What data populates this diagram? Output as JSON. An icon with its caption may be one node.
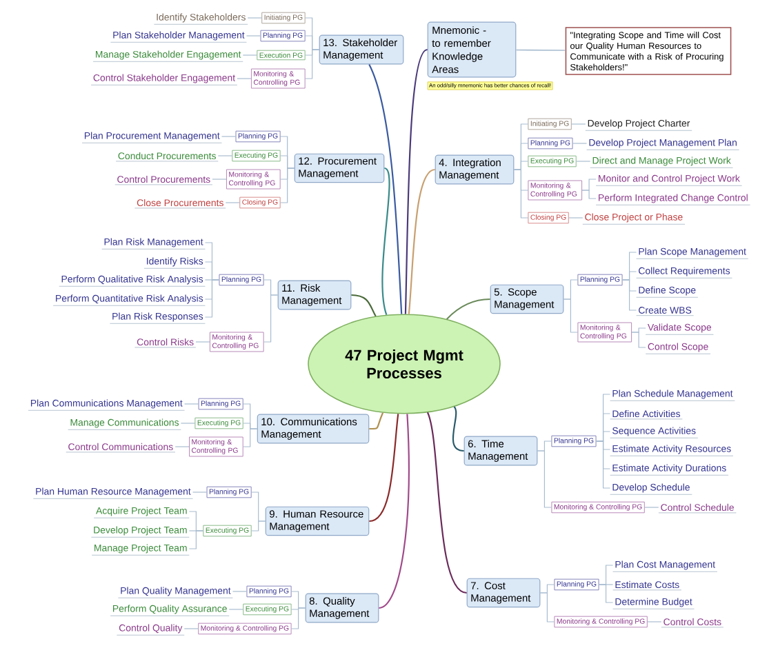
{
  "diagram": {
    "nodes": [
      {
        "text": [
          "47 Project Mgmt Processes"
        ]
      },
      {
        "text": [
          "Mnemonic - to remember Knowledge Areas"
        ],
        "beside": [
          "An odd/silly mnemonic has better chances of recall!"
        ]
      },
      {
        "text": [
          "\"Integrating Scope and Time will Cost our Quality Human Resources to Communicate with a Risk of Procuring Stakeholders!\""
        ]
      },
      {
        "text": [
          "4. Integration Management"
        ]
      },
      {
        "text": [
          "Initiating PG"
        ]
      },
      {
        "text": [
          "Planning PG"
        ]
      },
      {
        "text": [
          "Executing PG"
        ]
      },
      {
        "text": [
          "Monitoring & Controlling PG"
        ]
      },
      {
        "text": [
          "Closing PG"
        ]
      },
      {
        "text": [
          "Develop Project Charter"
        ]
      },
      {
        "text": [
          "Develop Project Management Plan"
        ]
      },
      {
        "text": [
          "Direct and Manage Project Work"
        ]
      },
      {
        "text": [
          "Monitor and Control Project Work"
        ]
      },
      {
        "text": [
          "Perform Integrated Change Control"
        ]
      },
      {
        "text": [
          "Close Project or Phase"
        ]
      },
      {
        "text": [
          "5. Scope Management"
        ]
      },
      {
        "text": [
          "Planning PG"
        ]
      },
      {
        "text": [
          "Monitoring & Controlling PG"
        ]
      },
      {
        "text": [
          "Plan Scope Management"
        ]
      },
      {
        "text": [
          "Collect Requirements"
        ]
      },
      {
        "text": [
          "Define Scope"
        ]
      },
      {
        "text": [
          "Create WBS"
        ]
      },
      {
        "text": [
          "Validate Scope"
        ]
      },
      {
        "text": [
          "Control Scope"
        ]
      },
      {
        "text": [
          "6. Time Management"
        ]
      },
      {
        "text": [
          "Planning PG"
        ]
      },
      {
        "text": [
          "Monitoring & Controlling PG"
        ]
      },
      {
        "text": [
          "Plan Schedule Management"
        ]
      },
      {
        "text": [
          "Define Activities"
        ]
      },
      {
        "text": [
          "Sequence Activities"
        ]
      },
      {
        "text": [
          "Estimate Activity Resources"
        ]
      },
      {
        "text": [
          "Estimate Activity Durations"
        ]
      },
      {
        "text": [
          "Develop Schedule"
        ]
      },
      {
        "text": [
          "Control Schedule"
        ]
      },
      {
        "text": [
          "7. Cost Management"
        ]
      },
      {
        "text": [
          "Planning PG"
        ]
      },
      {
        "text": [
          "Monitoring & Controlling PG"
        ]
      },
      {
        "text": [
          "Plan Cost Management"
        ]
      },
      {
        "text": [
          "Estimate Costs"
        ]
      },
      {
        "text": [
          "Determine Budget"
        ]
      },
      {
        "text": [
          "Control Costs"
        ]
      },
      {
        "text": [
          "8. Quality Management"
        ]
      },
      {
        "text": [
          "Planning PG"
        ]
      },
      {
        "text": [
          "Executing PG"
        ]
      },
      {
        "text": [
          "Monitoring & Controlling PG"
        ]
      },
      {
        "text": [
          "Plan Quality Management"
        ]
      },
      {
        "text": [
          "Perform Quality Assurance"
        ]
      },
      {
        "text": [
          "Control Quality"
        ]
      },
      {
        "text": [
          "9. Human Resource Management"
        ]
      },
      {
        "text": [
          "Planning PG"
        ]
      },
      {
        "text": [
          "Executing PG"
        ]
      },
      {
        "text": [
          "Plan Human Resource Management"
        ]
      },
      {
        "text": [
          "Acquire Project Team"
        ]
      },
      {
        "text": [
          "Develop Project Team"
        ]
      },
      {
        "text": [
          "Manage Project Team"
        ]
      },
      {
        "text": [
          "10. Communications Management"
        ]
      },
      {
        "text": [
          "Planning PG"
        ]
      },
      {
        "text": [
          "Executing PG"
        ]
      },
      {
        "text": [
          "Monitoring & Controlling PG"
        ]
      },
      {
        "text": [
          "Plan Communications Management"
        ]
      },
      {
        "text": [
          "Manage Communications"
        ]
      },
      {
        "text": [
          "Control Communications"
        ]
      },
      {
        "text": [
          "11. Risk Management"
        ]
      },
      {
        "text": [
          "Planning PG"
        ]
      },
      {
        "text": [
          "Monitoring & Controlling PG"
        ]
      },
      {
        "text": [
          "Plan Risk Management"
        ]
      },
      {
        "text": [
          "Identify Risks"
        ]
      },
      {
        "text": [
          "Perform Qualitative Risk Analysis"
        ]
      },
      {
        "text": [
          "Perform Quantitative Risk Analysis"
        ]
      },
      {
        "text": [
          "Plan Risk Responses"
        ]
      },
      {
        "text": [
          "Control Risks"
        ]
      },
      {
        "text": [
          "12. Procurement Management"
        ]
      },
      {
        "text": [
          "Planning PG"
        ]
      },
      {
        "text": [
          "Executing PG"
        ]
      },
      {
        "text": [
          "Monitoring & Controlling PG"
        ]
      },
      {
        "text": [
          "Closing PG"
        ]
      },
      {
        "text": [
          "Plan Procurement Management"
        ]
      },
      {
        "text": [
          "Conduct Procurements"
        ]
      },
      {
        "text": [
          "Control Procurements"
        ]
      },
      {
        "text": [
          "Close Procurements"
        ]
      },
      {
        "text": [
          "13. Stakeholder Management"
        ]
      },
      {
        "text": [
          "Initiating PG"
        ]
      },
      {
        "text": [
          "Planning PG"
        ]
      },
      {
        "text": [
          "Execution PG"
        ]
      },
      {
        "text": [
          "Monitoring & Controlling PG"
        ]
      },
      {
        "text": [
          "Identify Stakeholders"
        ]
      },
      {
        "text": [
          "Plan Stakeholder Management"
        ]
      },
      {
        "text": [
          "Manage Stakeholder Engagement"
        ]
      },
      {
        "text": [
          "Control Stakeholder Engagement"
        ]
      }
    ],
    "edges": [
      {
        "from": 0,
        "to": 1,
        "arrow": "none",
        "color": "#4a3a7a"
      },
      {
        "from": 1,
        "to": 2,
        "arrow": "none"
      },
      {
        "from": 0,
        "to": 3,
        "arrow": "none",
        "color": "#c8a070"
      },
      {
        "from": 3,
        "to": 4,
        "arrow": "none"
      },
      {
        "from": 3,
        "to": 5,
        "arrow": "none"
      },
      {
        "from": 3,
        "to": 6,
        "arrow": "none"
      },
      {
        "from": 3,
        "to": 7,
        "arrow": "none"
      },
      {
        "from": 3,
        "to": 8,
        "arrow": "none"
      },
      {
        "from": 4,
        "to": 9,
        "arrow": "none"
      },
      {
        "from": 5,
        "to": 10,
        "arrow": "none"
      },
      {
        "from": 6,
        "to": 11,
        "arrow": "none"
      },
      {
        "from": 7,
        "to": 12,
        "arrow": "none"
      },
      {
        "from": 7,
        "to": 13,
        "arrow": "none"
      },
      {
        "from": 8,
        "to": 14,
        "arrow": "none"
      },
      {
        "from": 0,
        "to": 15,
        "arrow": "none",
        "color": "#6a8a5a"
      },
      {
        "from": 15,
        "to": 16,
        "arrow": "none"
      },
      {
        "from": 15,
        "to": 17,
        "arrow": "none"
      },
      {
        "from": 16,
        "to": 18,
        "arrow": "none"
      },
      {
        "from": 16,
        "to": 19,
        "arrow": "none"
      },
      {
        "from": 16,
        "to": 20,
        "arrow": "none"
      },
      {
        "from": 16,
        "to": 21,
        "arrow": "none"
      },
      {
        "from": 17,
        "to": 22,
        "arrow": "none"
      },
      {
        "from": 17,
        "to": 23,
        "arrow": "none"
      },
      {
        "from": 0,
        "to": 24,
        "arrow": "none",
        "color": "#2a5a6a"
      },
      {
        "from": 24,
        "to": 25,
        "arrow": "none"
      },
      {
        "from": 24,
        "to": 26,
        "arrow": "none"
      },
      {
        "from": 25,
        "to": 27,
        "arrow": "none"
      },
      {
        "from": 25,
        "to": 28,
        "arrow": "none"
      },
      {
        "from": 25,
        "to": 29,
        "arrow": "none"
      },
      {
        "from": 25,
        "to": 30,
        "arrow": "none"
      },
      {
        "from": 25,
        "to": 31,
        "arrow": "none"
      },
      {
        "from": 25,
        "to": 32,
        "arrow": "none"
      },
      {
        "from": 26,
        "to": 33,
        "arrow": "none"
      },
      {
        "from": 0,
        "to": 34,
        "arrow": "none",
        "color": "#6a2a5a"
      },
      {
        "from": 34,
        "to": 35,
        "arrow": "none"
      },
      {
        "from": 34,
        "to": 36,
        "arrow": "none"
      },
      {
        "from": 35,
        "to": 37,
        "arrow": "none"
      },
      {
        "from": 35,
        "to": 38,
        "arrow": "none"
      },
      {
        "from": 35,
        "to": 39,
        "arrow": "none"
      },
      {
        "from": 36,
        "to": 40,
        "arrow": "none"
      },
      {
        "from": 0,
        "to": 41,
        "arrow": "none",
        "color": "#a04a8a"
      },
      {
        "from": 41,
        "to": 42,
        "arrow": "none"
      },
      {
        "from": 41,
        "to": 43,
        "arrow": "none"
      },
      {
        "from": 41,
        "to": 44,
        "arrow": "none"
      },
      {
        "from": 42,
        "to": 45,
        "arrow": "none"
      },
      {
        "from": 43,
        "to": 46,
        "arrow": "none"
      },
      {
        "from": 44,
        "to": 47,
        "arrow": "none"
      },
      {
        "from": 0,
        "to": 48,
        "arrow": "none",
        "color": "#8a2a2a"
      },
      {
        "from": 48,
        "to": 49,
        "arrow": "none"
      },
      {
        "from": 48,
        "to": 50,
        "arrow": "none"
      },
      {
        "from": 49,
        "to": 51,
        "arrow": "none"
      },
      {
        "from": 50,
        "to": 52,
        "arrow": "none"
      },
      {
        "from": 50,
        "to": 53,
        "arrow": "none"
      },
      {
        "from": 50,
        "to": 54,
        "arrow": "none"
      },
      {
        "from": 0,
        "to": 55,
        "arrow": "none",
        "color": "#b09050"
      },
      {
        "from": 55,
        "to": 56,
        "arrow": "none"
      },
      {
        "from": 55,
        "to": 57,
        "arrow": "none"
      },
      {
        "from": 55,
        "to": 58,
        "arrow": "none"
      },
      {
        "from": 56,
        "to": 59,
        "arrow": "none"
      },
      {
        "from": 57,
        "to": 60,
        "arrow": "none"
      },
      {
        "from": 58,
        "to": 61,
        "arrow": "none"
      },
      {
        "from": 0,
        "to": 62,
        "arrow": "none",
        "color": "#4a6a3a"
      },
      {
        "from": 62,
        "to": 63,
        "arrow": "none"
      },
      {
        "from": 62,
        "to": 64,
        "arrow": "none"
      },
      {
        "from": 63,
        "to": 65,
        "arrow": "none"
      },
      {
        "from": 63,
        "to": 66,
        "arrow": "none"
      },
      {
        "from": 63,
        "to": 67,
        "arrow": "none"
      },
      {
        "from": 63,
        "to": 68,
        "arrow": "none"
      },
      {
        "from": 63,
        "to": 69,
        "arrow": "none"
      },
      {
        "from": 64,
        "to": 70,
        "arrow": "none"
      },
      {
        "from": 0,
        "to": 71,
        "arrow": "none",
        "color": "#3a8a8a"
      },
      {
        "from": 71,
        "to": 72,
        "arrow": "none"
      },
      {
        "from": 71,
        "to": 73,
        "arrow": "none"
      },
      {
        "from": 71,
        "to": 74,
        "arrow": "none"
      },
      {
        "from": 71,
        "to": 75,
        "arrow": "none"
      },
      {
        "from": 72,
        "to": 76,
        "arrow": "none"
      },
      {
        "from": 73,
        "to": 77,
        "arrow": "none"
      },
      {
        "from": 74,
        "to": 78,
        "arrow": "none"
      },
      {
        "from": 75,
        "to": 79,
        "arrow": "none"
      },
      {
        "from": 0,
        "to": 80,
        "arrow": "none",
        "color": "#3a5aa0"
      },
      {
        "from": 80,
        "to": 81,
        "arrow": "none"
      },
      {
        "from": 80,
        "to": 82,
        "arrow": "none"
      },
      {
        "from": 80,
        "to": 83,
        "arrow": "none"
      },
      {
        "from": 80,
        "to": 84,
        "arrow": "none"
      },
      {
        "from": 81,
        "to": 85,
        "arrow": "none"
      },
      {
        "from": 82,
        "to": 86,
        "arrow": "none"
      },
      {
        "from": 83,
        "to": 87,
        "arrow": "none"
      },
      {
        "from": 84,
        "to": 88,
        "arrow": "none"
      }
    ]
  }
}
